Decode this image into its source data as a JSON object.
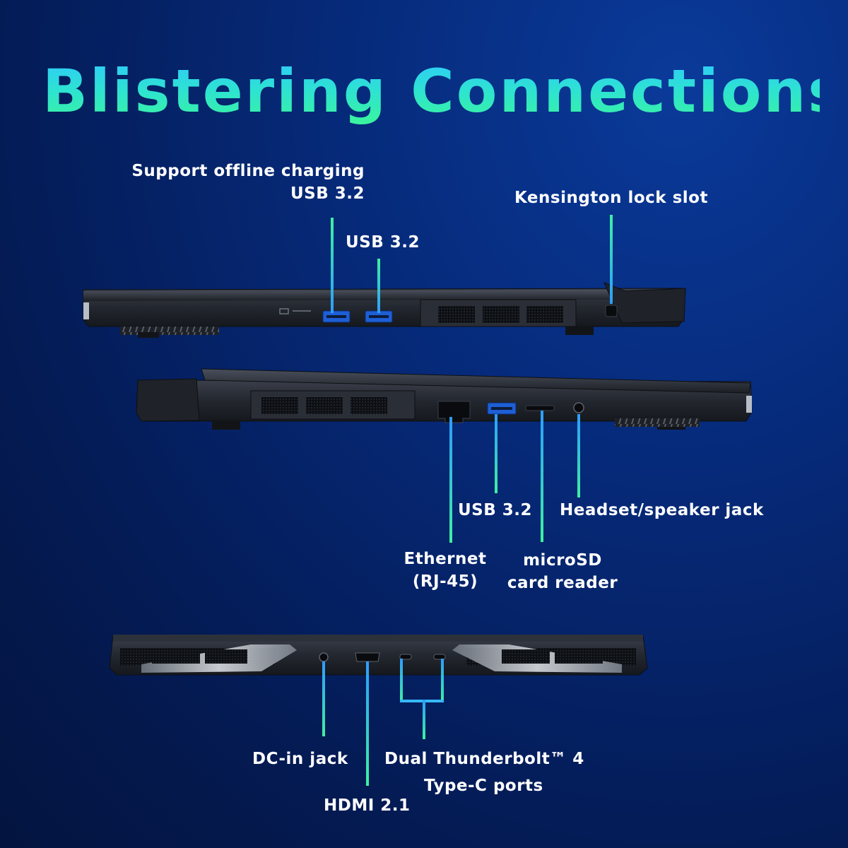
{
  "title": "Blistering Connections",
  "left_side": {
    "charging_usb_line1": "Support offline charging",
    "charging_usb_line2": "USB 3.2",
    "usb": "USB 3.2",
    "kensington": "Kensington lock slot"
  },
  "right_side": {
    "usb": "USB 3.2",
    "headset": "Headset/speaker jack",
    "ethernet_line1": "Ethernet",
    "ethernet_line2": "(RJ-45)",
    "microsd_line1": "microSD",
    "microsd_line2": "card reader"
  },
  "rear": {
    "dc_in": "DC-in jack",
    "hdmi": "HDMI 2.1",
    "thunderbolt_line1": "Dual Thunderbolt™ 4",
    "thunderbolt_line2": "Type-C ports"
  },
  "colors": {
    "title_top": "#2ec8ff",
    "title_bottom": "#3af59a",
    "callout_top": "#2f9bff",
    "callout_bottom": "#3df2a0",
    "background": "#062a7a"
  }
}
